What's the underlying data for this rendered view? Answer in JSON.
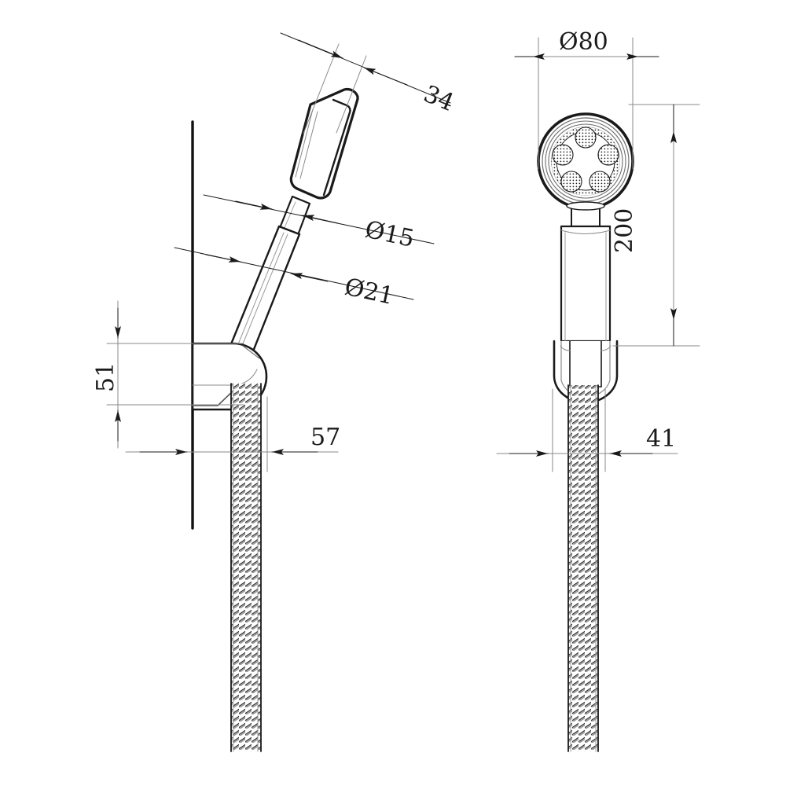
{
  "document": {
    "type": "technical-drawing",
    "subject": "Hand shower with wall bracket and flexible hose",
    "background_color": "#ffffff",
    "line_color": "#1a1a1a",
    "thin_line_color": "#8a8a8a",
    "units": "mm",
    "views": [
      {
        "name": "side-view",
        "label": "",
        "position": "left"
      },
      {
        "name": "front-view",
        "label": "",
        "position": "right"
      }
    ]
  },
  "dimensions": {
    "side_view": [
      {
        "id": "d34",
        "value": "34",
        "orientation": "inclined",
        "note": "handle thickness"
      },
      {
        "id": "d15",
        "value": "Ø15",
        "orientation": "inclined",
        "note": "upper tube diameter"
      },
      {
        "id": "d21",
        "value": "Ø21",
        "orientation": "inclined",
        "note": "lower tube diameter"
      },
      {
        "id": "d51",
        "value": "51",
        "orientation": "vertical",
        "note": "bracket height"
      },
      {
        "id": "d57",
        "value": "57",
        "orientation": "horizontal",
        "note": "projection from wall"
      }
    ],
    "front_view": [
      {
        "id": "d80",
        "value": "Ø80",
        "orientation": "horizontal",
        "note": "spray face diameter"
      },
      {
        "id": "d200",
        "value": "200",
        "orientation": "vertical",
        "note": "overall head length"
      },
      {
        "id": "d41",
        "value": "41",
        "orientation": "horizontal",
        "note": "hose nut width"
      }
    ]
  },
  "labels": {
    "d34": "34",
    "d15": "Ø15",
    "d21": "Ø21",
    "d51": "51",
    "d57": "57",
    "d80": "Ø80",
    "d200": "200",
    "d41": "41"
  }
}
